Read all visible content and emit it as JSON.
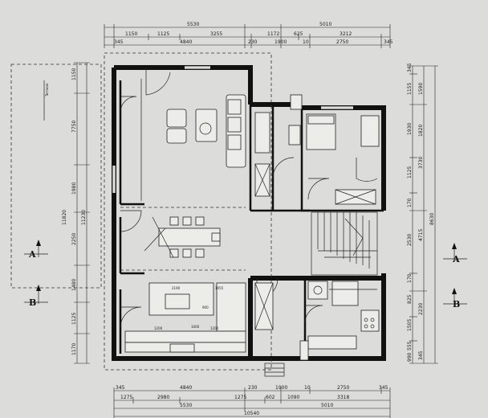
{
  "dimensions": {
    "top_overall": "5530",
    "top_right": "5010",
    "top_row1": [
      "1150",
      "1125",
      "3255",
      "1172",
      "625",
      "3212"
    ],
    "top_row2": [
      "345",
      "4840",
      "230",
      "1900",
      "10",
      "2750",
      "345"
    ],
    "left_col": [
      "1150",
      "7750",
      "1980",
      "2250",
      "1480",
      "1125",
      "1170"
    ],
    "left_totals": [
      "11820",
      "11230"
    ],
    "right_col1": [
      "345",
      "1155",
      "1930",
      "1125",
      "170",
      "2530",
      "170",
      "825",
      "1505",
      "555",
      "990"
    ],
    "right_col2": [
      "1590",
      "1820",
      "3730",
      "4715",
      "2230",
      "345"
    ],
    "right_total": "8630",
    "bottom_row1": [
      "345",
      "4840",
      "230",
      "1900",
      "10",
      "2750",
      "345"
    ],
    "bottom_row2": [
      "1275",
      "2980",
      "1275",
      "602",
      "1090",
      "3318"
    ],
    "bottom_mid": [
      "5530",
      "5010"
    ],
    "bottom_overall": "10540"
  },
  "section_marks": [
    "A",
    "A",
    "B",
    "B"
  ],
  "interior_dims": [
    "2190",
    "1055",
    "1000",
    "1200",
    "1200",
    "900"
  ],
  "terrace_label": "Terrasse"
}
